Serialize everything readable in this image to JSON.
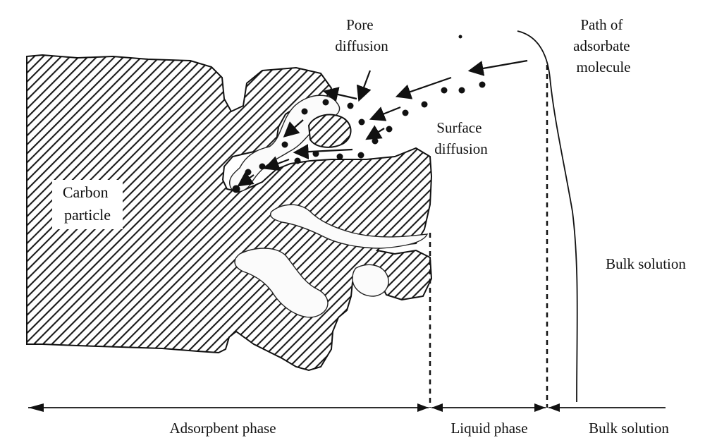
{
  "labels": {
    "pore_diffusion": [
      "Pore",
      "diffusion"
    ],
    "path_of_adsorbate": [
      "Path of",
      "adsorbate",
      "molecule"
    ],
    "surface_diffusion": [
      "Surface",
      "diffusion"
    ],
    "carbon_particle": [
      "Carbon",
      "particle"
    ],
    "bulk_solution_right": "Bulk solution"
  },
  "phases": {
    "adsorbent": "Adsorpbent phase",
    "liquid": "Liquid phase",
    "bulk": "Bulk solution"
  },
  "colors": {
    "ink": "#111111",
    "paper": "#ffffff",
    "accent_A": "#2a3a8c"
  }
}
